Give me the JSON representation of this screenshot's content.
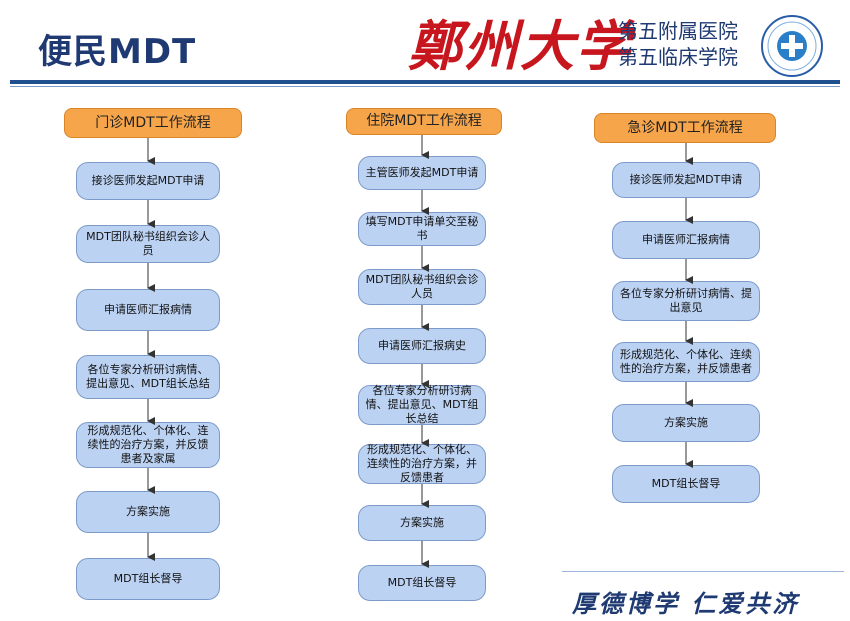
{
  "header": {
    "title": "便民MDT",
    "university": "鄭州大学",
    "hospital_line1": "第五附属医院",
    "hospital_line2": "第五临床学院",
    "brand_red": "#c7161e",
    "brand_blue": "#1f3a72"
  },
  "columns": [
    {
      "title": "门诊MDT工作流程",
      "steps": [
        "接诊医师发起MDT申请",
        "MDT团队秘书组织会诊人员",
        "申请医师汇报病情",
        "各位专家分析研讨病情、提出意见、MDT组长总结",
        "形成规范化、个体化、连续性的治疗方案，并反馈患者及家属",
        "方案实施",
        "MDT组长督导"
      ]
    },
    {
      "title": "住院MDT工作流程",
      "steps": [
        "主管医师发起MDT申请",
        "填写MDT申请单交至秘书",
        "MDT团队秘书组织会诊人员",
        "申请医师汇报病史",
        "各位专家分析研讨病情、提出意见、MDT组长总结",
        "形成规范化、个体化、连续性的治疗方案，并反馈患者",
        "方案实施",
        "MDT组长督导"
      ]
    },
    {
      "title": "急诊MDT工作流程",
      "steps": [
        "接诊医师发起MDT申请",
        "申请医师汇报病情",
        "各位专家分析研讨病情、提出意见",
        "形成规范化、个体化、连续性的治疗方案，并反馈患者",
        "方案实施",
        "MDT组长督导"
      ]
    }
  ],
  "footer": {
    "slogan": "厚德博学  仁爱共济"
  },
  "colors": {
    "header_box": "#f6a54a",
    "step_box": "#bcd2f3",
    "step_border": "#7d9bc9",
    "arrow": "#333333"
  }
}
